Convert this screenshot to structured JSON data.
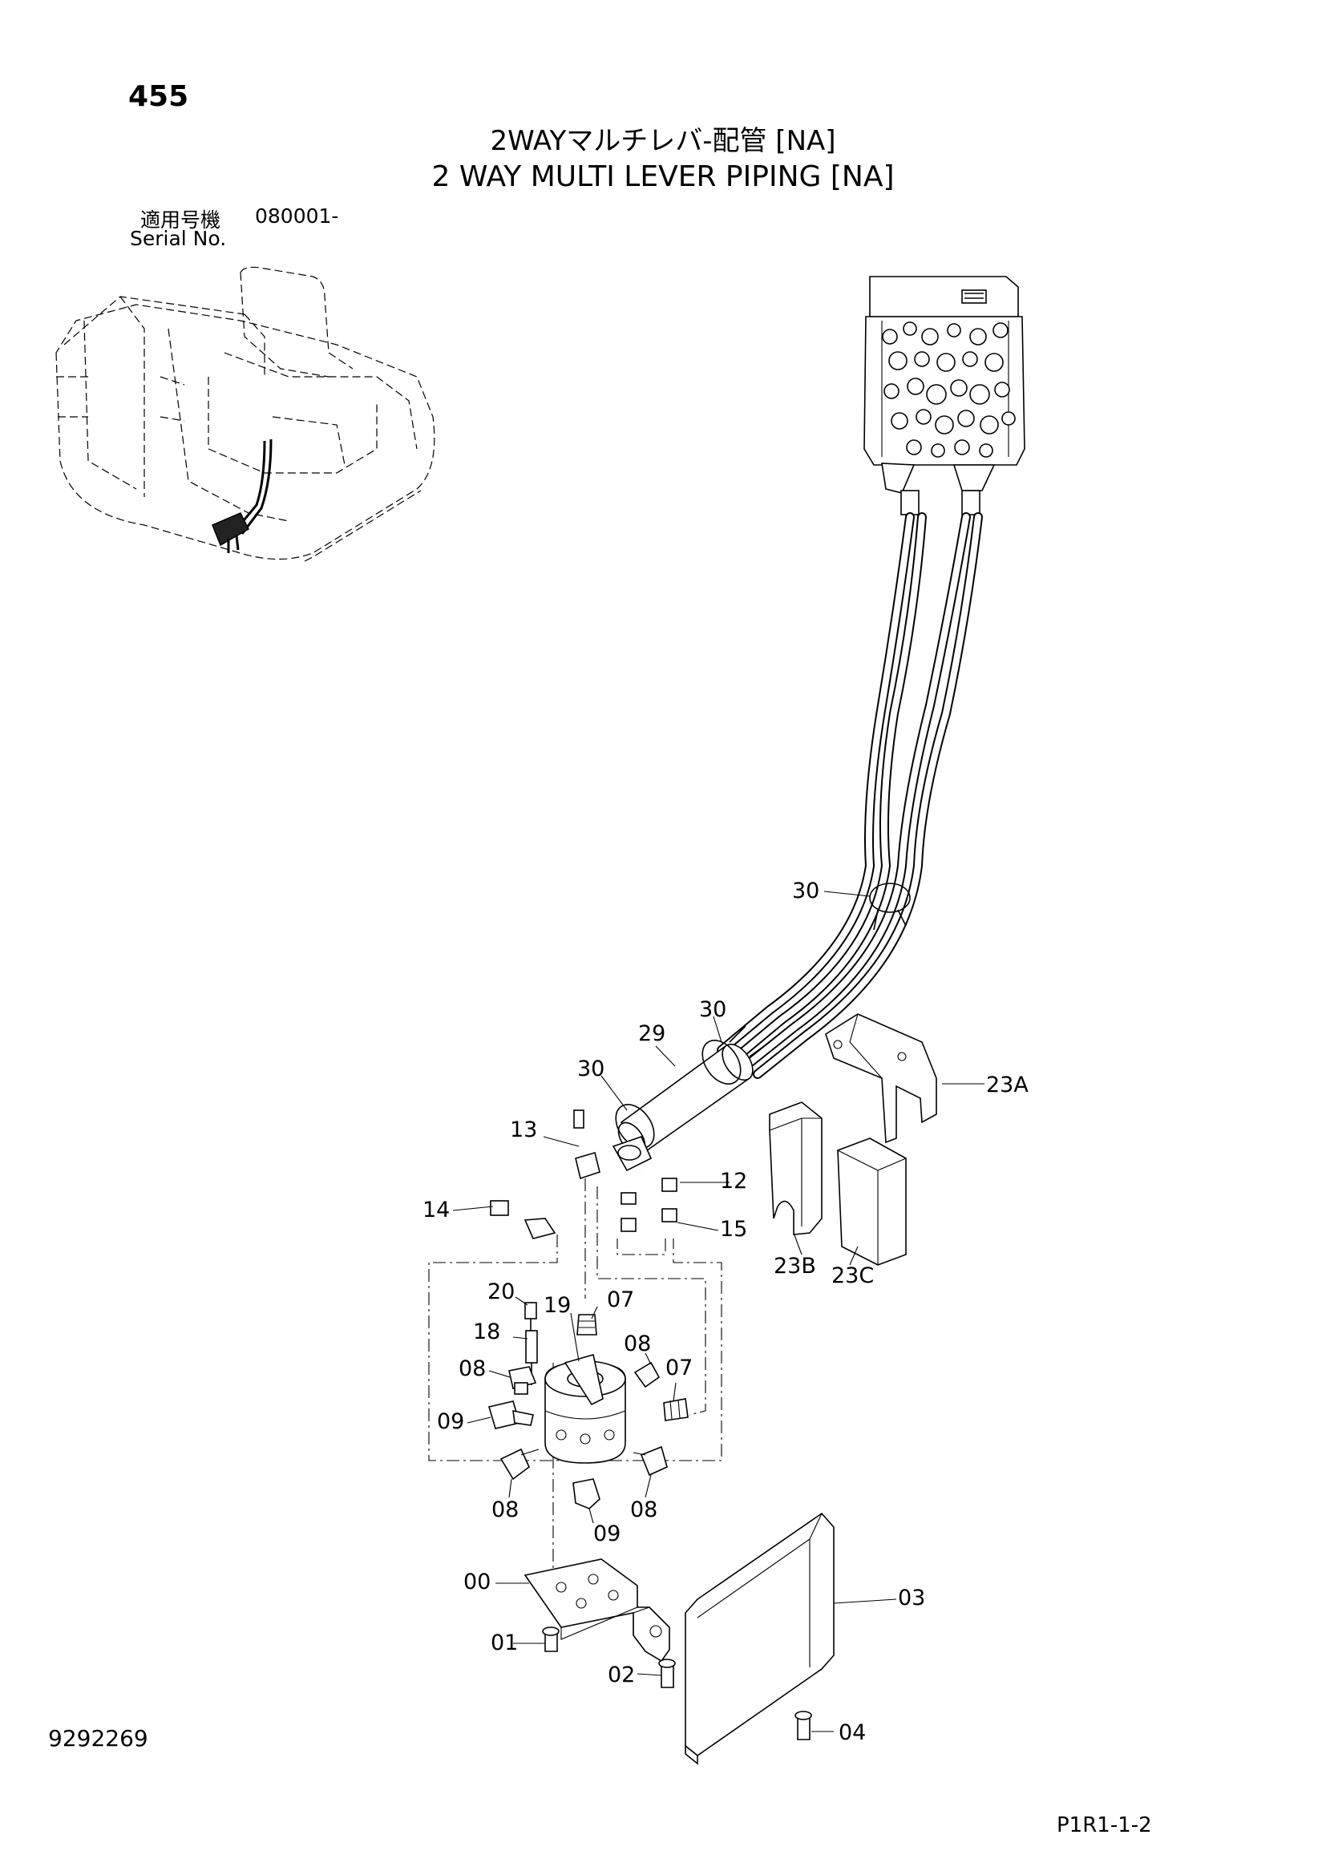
{
  "header": {
    "page_number": "455",
    "title_jp": "2WAYマルチレバ-配管 [NA]",
    "title_en": "2 WAY MULTI LEVER PIPING [NA]",
    "serial_label_jp": "適用号機",
    "serial_value": "080001-",
    "serial_label_en": "Serial No."
  },
  "callouts": [
    {
      "id": "c30a",
      "label": "30"
    },
    {
      "id": "c30b",
      "label": "30"
    },
    {
      "id": "c29",
      "label": "29"
    },
    {
      "id": "c30c",
      "label": "30"
    },
    {
      "id": "c23A",
      "label": "23A"
    },
    {
      "id": "c13",
      "label": "13"
    },
    {
      "id": "c12",
      "label": "12"
    },
    {
      "id": "c14",
      "label": "14"
    },
    {
      "id": "c15",
      "label": "15"
    },
    {
      "id": "c23B",
      "label": "23B"
    },
    {
      "id": "c23C",
      "label": "23C"
    },
    {
      "id": "c20",
      "label": "20"
    },
    {
      "id": "c19",
      "label": "19"
    },
    {
      "id": "c07a",
      "label": "07"
    },
    {
      "id": "c18",
      "label": "18"
    },
    {
      "id": "c08a",
      "label": "08"
    },
    {
      "id": "c08b",
      "label": "08"
    },
    {
      "id": "c07b",
      "label": "07"
    },
    {
      "id": "c09a",
      "label": "09"
    },
    {
      "id": "c08c",
      "label": "08"
    },
    {
      "id": "c08d",
      "label": "08"
    },
    {
      "id": "c09b",
      "label": "09"
    },
    {
      "id": "c00",
      "label": "00"
    },
    {
      "id": "c03",
      "label": "03"
    },
    {
      "id": "c01",
      "label": "01"
    },
    {
      "id": "c02",
      "label": "02"
    },
    {
      "id": "c04",
      "label": "04"
    }
  ],
  "footer": {
    "doc_number": "9292269",
    "page_code": "P1R1-1-2"
  }
}
